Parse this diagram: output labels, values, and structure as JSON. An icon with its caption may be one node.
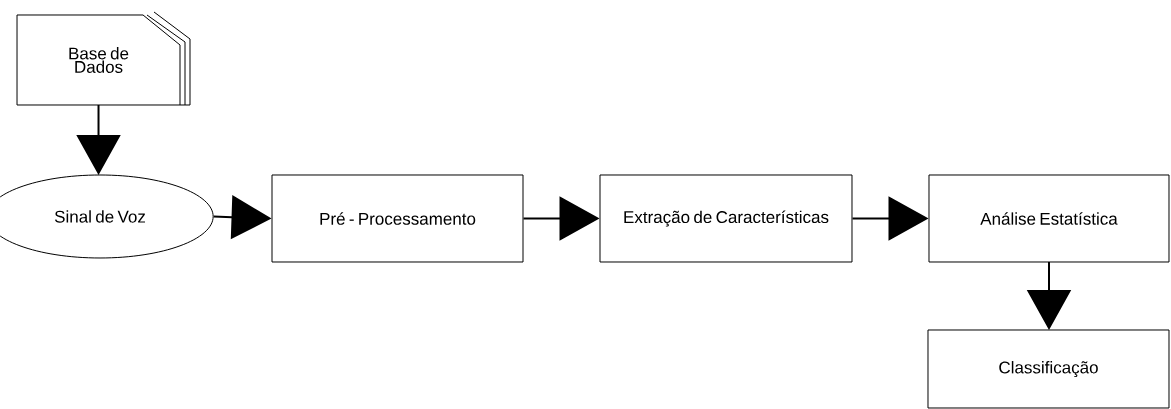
{
  "diagram": {
    "nodes": [
      {
        "text": [
          "Base de Dados"
        ]
      },
      {
        "text": [
          "Sinal de Voz"
        ]
      },
      {
        "text": [
          "Pré - Processamento"
        ]
      },
      {
        "text": [
          "Extração de Características"
        ]
      },
      {
        "text": [
          "Análise Estatística"
        ]
      },
      {
        "text": [
          "Classificação"
        ]
      }
    ],
    "edges": [
      {
        "from": 0,
        "to": 1,
        "arrow": "to"
      },
      {
        "from": 1,
        "to": 2,
        "arrow": "to"
      },
      {
        "from": 2,
        "to": 3,
        "arrow": "to"
      },
      {
        "from": 3,
        "to": 4,
        "arrow": "to"
      },
      {
        "from": 4,
        "to": 5,
        "arrow": "to"
      }
    ]
  }
}
